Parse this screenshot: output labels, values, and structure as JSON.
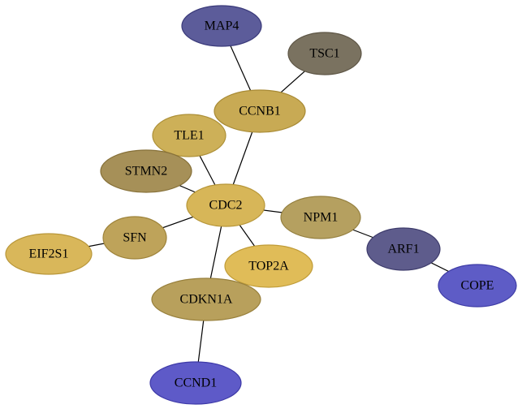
{
  "nodes": [
    {
      "id": "MAP4",
      "label": "MAP4",
      "fill": "#5c5c9a",
      "stroke": "#3a3a7a"
    },
    {
      "id": "TSC1",
      "label": "TSC1",
      "fill": "#7a7260",
      "stroke": "#5e5646"
    },
    {
      "id": "CCNB1",
      "label": "CCNB1",
      "fill": "#c8aa54",
      "stroke": "#a88a34"
    },
    {
      "id": "TLE1",
      "label": "TLE1",
      "fill": "#cdb058",
      "stroke": "#ad9038"
    },
    {
      "id": "STMN2",
      "label": "STMN2",
      "fill": "#a69058",
      "stroke": "#867038"
    },
    {
      "id": "CDC2",
      "label": "CDC2",
      "fill": "#d7b658",
      "stroke": "#b79638"
    },
    {
      "id": "NPM1",
      "label": "NPM1",
      "fill": "#b5a060",
      "stroke": "#958040"
    },
    {
      "id": "SFN",
      "label": "SFN",
      "fill": "#bea35a",
      "stroke": "#9e833a"
    },
    {
      "id": "EIF2S1",
      "label": "EIF2S1",
      "fill": "#d9b75a",
      "stroke": "#b9973a"
    },
    {
      "id": "TOP2A",
      "label": "TOP2A",
      "fill": "#e0bc58",
      "stroke": "#c09c38"
    },
    {
      "id": "ARF1",
      "label": "ARF1",
      "fill": "#5e5c8c",
      "stroke": "#3e3c6c"
    },
    {
      "id": "CDKN1A",
      "label": "CDKN1A",
      "fill": "#b8a05c",
      "stroke": "#98803c"
    },
    {
      "id": "COPE",
      "label": "COPE",
      "fill": "#5e5cc6",
      "stroke": "#3e3ca6"
    },
    {
      "id": "CCND1",
      "label": "CCND1",
      "fill": "#5e5ac8",
      "stroke": "#3e3aa8"
    }
  ],
  "edges": [
    {
      "source": "MAP4",
      "target": "CCNB1"
    },
    {
      "source": "TSC1",
      "target": "CCNB1"
    },
    {
      "source": "CCNB1",
      "target": "CDC2"
    },
    {
      "source": "TLE1",
      "target": "CDC2"
    },
    {
      "source": "STMN2",
      "target": "CDC2"
    },
    {
      "source": "SFN",
      "target": "CDC2"
    },
    {
      "source": "EIF2S1",
      "target": "SFN"
    },
    {
      "source": "CDC2",
      "target": "NPM1"
    },
    {
      "source": "CDC2",
      "target": "TOP2A"
    },
    {
      "source": "CDC2",
      "target": "CDKN1A"
    },
    {
      "source": "NPM1",
      "target": "ARF1"
    },
    {
      "source": "ARF1",
      "target": "COPE"
    },
    {
      "source": "CDKN1A",
      "target": "CCND1"
    }
  ]
}
